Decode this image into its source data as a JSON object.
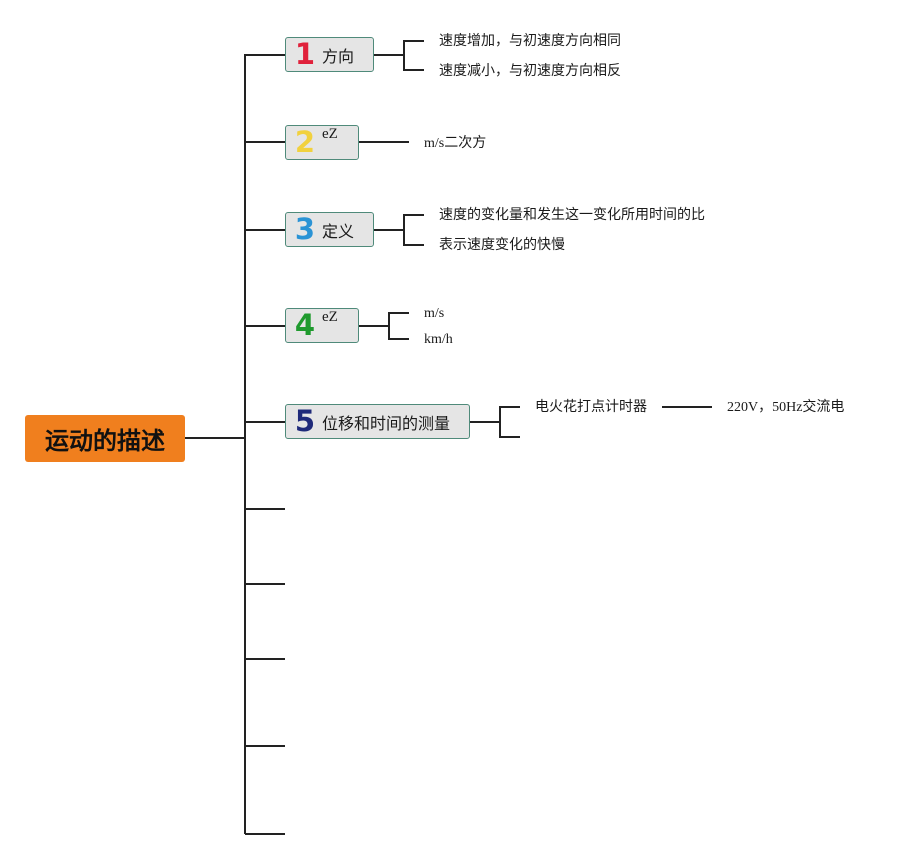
{
  "root": {
    "label": "运动的描述"
  },
  "topics": [
    {
      "number": "1",
      "number_color": "#e0213b",
      "label": "方向",
      "children": [
        "速度增加，与初速度方向相同",
        "速度减小，与初速度方向相反"
      ]
    },
    {
      "number": "2",
      "number_color": "#f1d13e",
      "label": "eZ",
      "children": [
        "m/s二次方"
      ]
    },
    {
      "number": "3",
      "number_color": "#2a93d5",
      "label": "定义",
      "children": [
        "速度的变化量和发生这一变化所用时间的比",
        "表示速度变化的快慢"
      ]
    },
    {
      "number": "4",
      "number_color": "#1f9a2e",
      "label": "eZ",
      "children": [
        "m/s",
        "km/h"
      ]
    },
    {
      "number": "5",
      "number_color": "#1f2a7a",
      "label": "位移和时间的测量",
      "children": [
        "电火花打点计时器"
      ],
      "grandchild": "220V，50Hz交流电"
    }
  ]
}
